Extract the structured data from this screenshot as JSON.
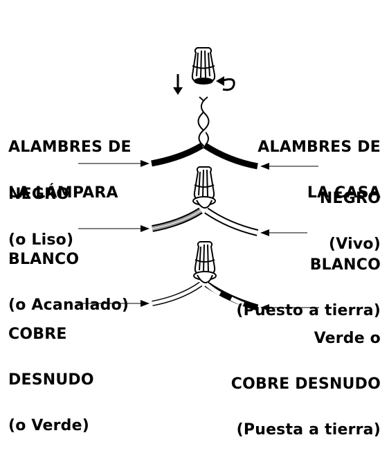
{
  "headings": {
    "lamp_wires": [
      "ALAMBRES DE",
      "LA LÁMPARA"
    ],
    "house_wires": [
      "ALAMBRES DE",
      "LA CASA"
    ]
  },
  "left_labels": [
    {
      "line1": "NEGRO",
      "line2": "(o Liso)"
    },
    {
      "line1": "BLANCO",
      "line2": "(o Acanalado)"
    },
    {
      "line1": "COBRE",
      "line2": "DESNUDO",
      "line3": "(o Verde)"
    }
  ],
  "right_labels": [
    {
      "line1": "NEGRO",
      "line2": "(Vivo)"
    },
    {
      "line1": "BLANCO",
      "line2": "(Puesto a tierra)"
    },
    {
      "line1": "Verde o",
      "line2": "COBRE DESNUDO",
      "line3": "(Puesta a tierra)"
    }
  ],
  "icons": [
    "wire-nut-icon",
    "down-arrow-icon",
    "twist-arrow-icon",
    "twisted-wires-icon"
  ],
  "colors": {
    "ink": "#000000",
    "paper": "#ffffff",
    "insulation_gray": "#9a9a9a"
  }
}
